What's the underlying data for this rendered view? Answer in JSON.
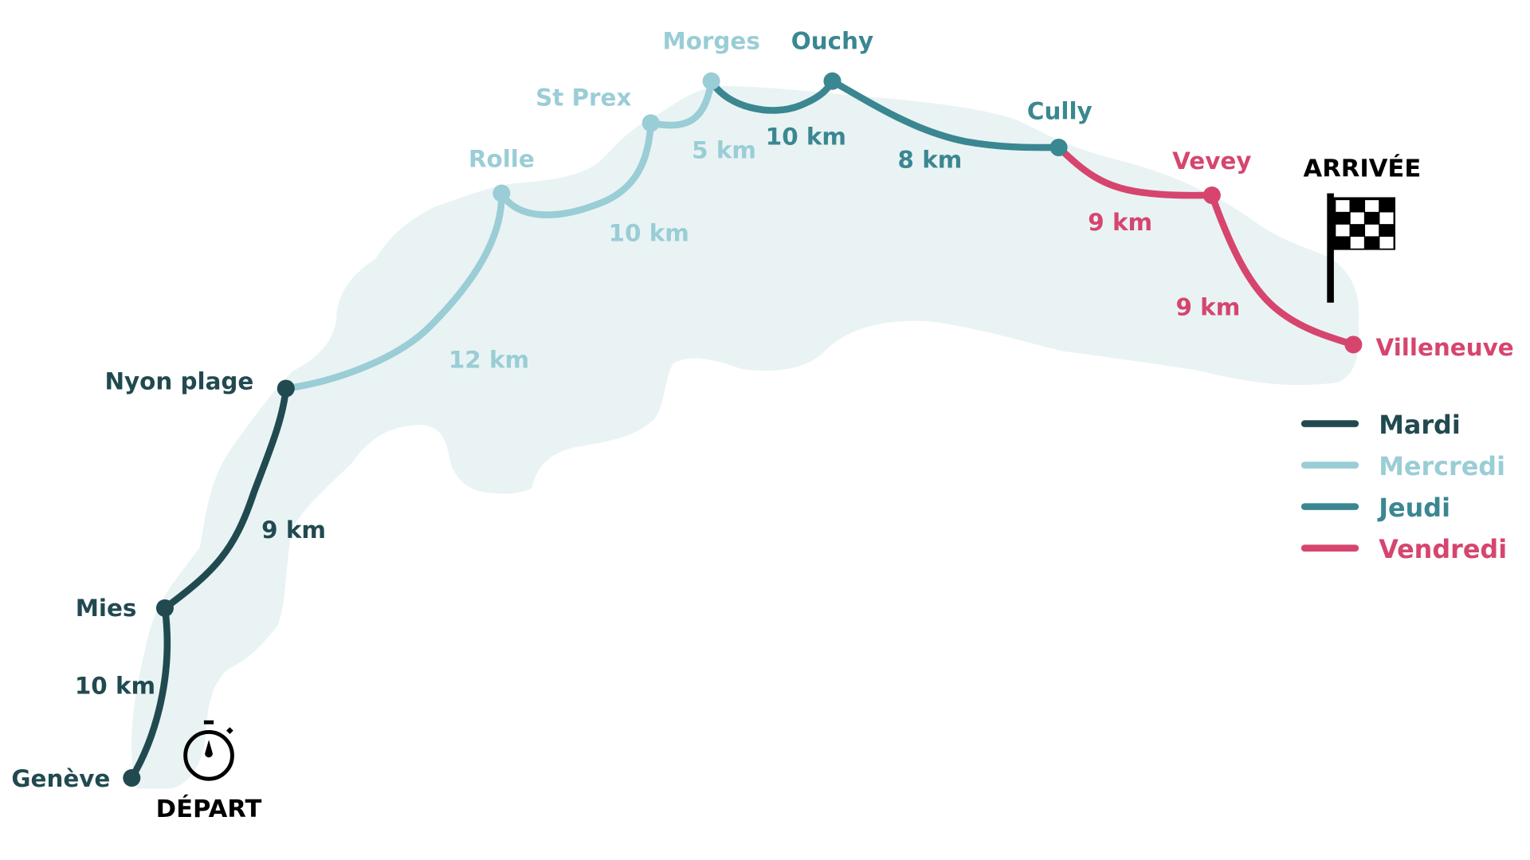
{
  "colors": {
    "mardi": "#214a50",
    "mercredi": "#9acdd6",
    "jeudi": "#3a8791",
    "vendredi": "#d6456e",
    "lake": "#e9f3f4"
  },
  "start": {
    "label": "DÉPART",
    "icon": "stopwatch-icon"
  },
  "finish": {
    "label": "ARRIVÉE",
    "icon": "checkered-flag-icon"
  },
  "places": {
    "geneve": "Genève",
    "mies": "Mies",
    "nyon": "Nyon plage",
    "rolle": "Rolle",
    "stprex": "St Prex",
    "morges": "Morges",
    "ouchy": "Ouchy",
    "cully": "Cully",
    "vevey": "Vevey",
    "villeneuve": "Villeneuve"
  },
  "distances": {
    "geneve_mies": "10 km",
    "mies_nyon": "9 km",
    "nyon_rolle": "12 km",
    "rolle_stprex": "10 km",
    "stprex_morges": "5 km",
    "morges_ouchy": "10 km",
    "ouchy_cully": "8 km",
    "cully_vevey": "9 km",
    "vevey_villeneuve": "9 km"
  },
  "legend": [
    {
      "day": "Mardi",
      "color": "#214a50"
    },
    {
      "day": "Mercredi",
      "color": "#9acdd6"
    },
    {
      "day": "Jeudi",
      "color": "#3a8791"
    },
    {
      "day": "Vendredi",
      "color": "#d6456e"
    }
  ]
}
